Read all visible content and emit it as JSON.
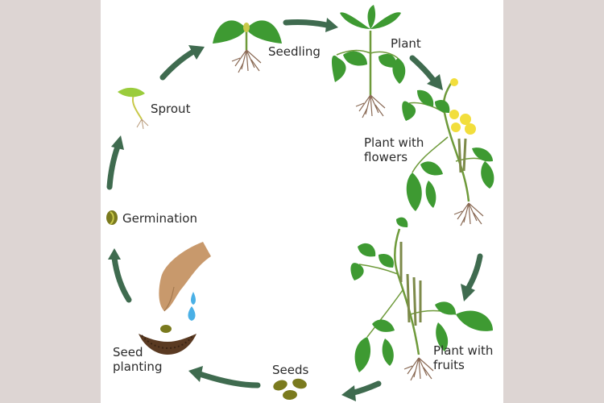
{
  "title": "",
  "stages": {
    "seedling": "Seedling",
    "plant": "Plant",
    "plant_with_flowers": "Plant with\nflowers",
    "plant_with_fruits": "Plant with\nfruits",
    "seeds": "Seeds",
    "seed_planting": "Seed\nplanting",
    "germination": "Germination",
    "sprout": "Sprout"
  },
  "colors": {
    "background": "#ddd5d3",
    "panel": "#ffffff",
    "arrow": "#3f6b4f",
    "leaf": "#3e9a32",
    "leaf_dark": "#2e7a26",
    "stem": "#6e9a3a",
    "root": "#8a6a55",
    "flower": "#f2de3c",
    "pod": "#7d8a4a",
    "seed": "#7a7a1e",
    "soil": "#5a3a22",
    "hand": "#c8996c",
    "water": "#4ab0e6"
  }
}
